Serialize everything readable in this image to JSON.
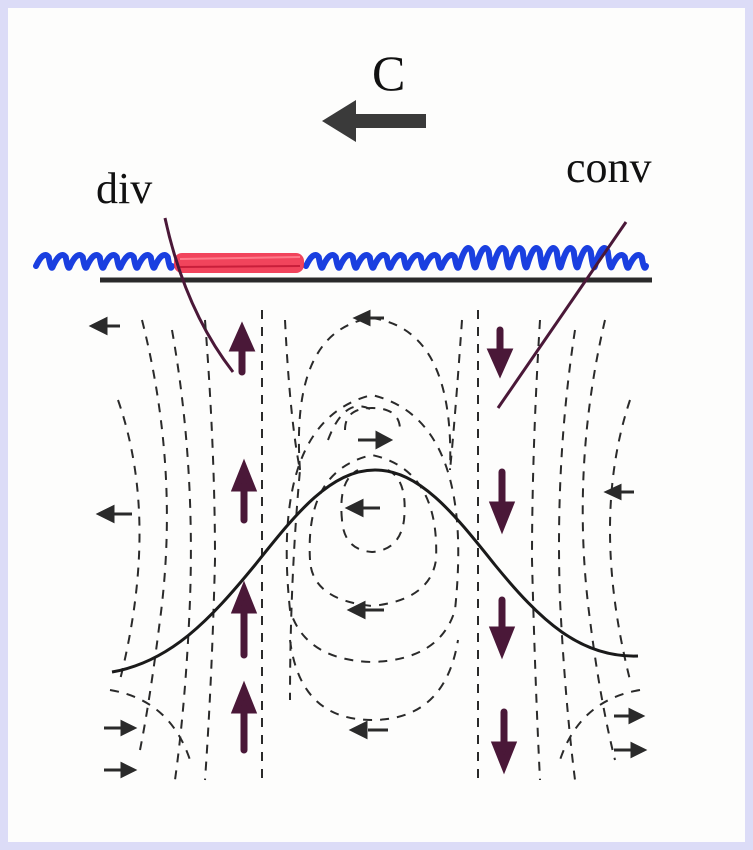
{
  "labels": {
    "phase_speed": "C",
    "divergence": "div",
    "convergence": "conv"
  },
  "colors": {
    "background_border": "#dcdcf7",
    "paper": "#fdfdfc",
    "wave_interface": "#1a3fe0",
    "highlight": "#f0304a",
    "annotation_line": "#4a1838",
    "ink": "#1a1a1a",
    "arrow": "#2a2a2a"
  }
}
